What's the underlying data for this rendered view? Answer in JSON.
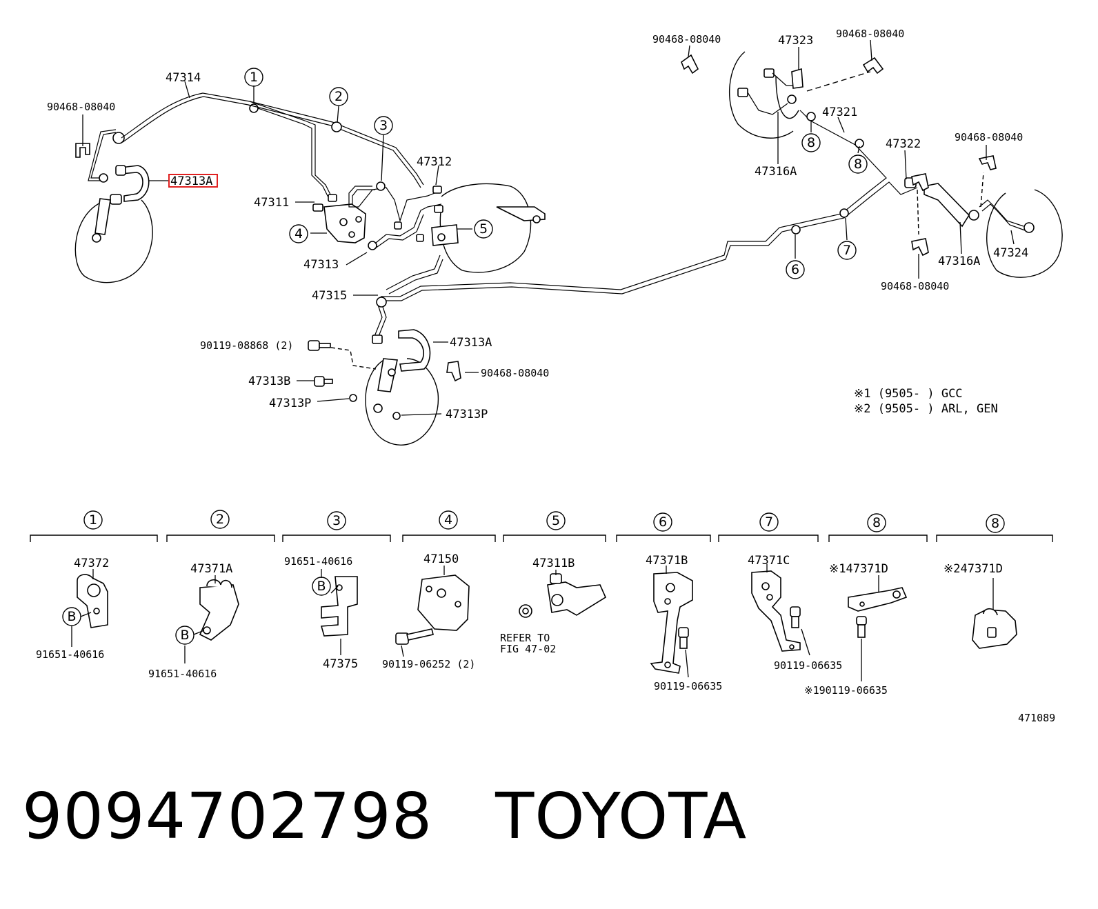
{
  "labels": {
    "hose_left": "47314",
    "clip_tl": "90468-08040",
    "hose_hl": "47313A",
    "tube_47311": "47311",
    "tube_47313": "47313",
    "tube_47315": "47315",
    "tube_47312": "47312",
    "bolt_left": "90119-08868 (2)",
    "hose_bot": "47313A",
    "clip_bot": "90468-08040",
    "b_47313B": "47313B",
    "p_47313P_a": "47313P",
    "p_47313P_b": "47313P",
    "clip_top1": "90468-08040",
    "tube_47323": "47323",
    "clip_top2": "90468-08040",
    "tube_47321": "47321",
    "hose_47316A_a": "47316A",
    "tube_47322": "47322",
    "clip_right": "90468-08040",
    "hose_47316A_b": "47316A",
    "tube_47324": "47324",
    "clip_rbot": "90468-08040",
    "note1": "※1 (9505-      ) GCC",
    "note2": "※2 (9505-      ) ARL, GEN",
    "d1_part": "47372",
    "d1_bolt": "91651-40616",
    "d2_part": "47371A",
    "d2_bolt": "91651-40616",
    "d3_bolt": "91651-40616",
    "d3_part": "47375",
    "d4_part": "47150",
    "d4_bolt": "90119-06252 (2)",
    "d5_part": "47311B",
    "d5_ref1": "REFER TO",
    "d5_ref2": "FIG 47-02",
    "d6_part": "47371B",
    "d6_bolt": "90119-06635",
    "d7_part": "47371C",
    "d7_bolt": "90119-06635",
    "d8a_part": "※147371D",
    "d8a_bolt": "※190119-06635",
    "d8b_part": "※247371D",
    "fig_no": "471089"
  },
  "circled": {
    "c1": "1",
    "c2": "2",
    "c3": "3",
    "c4": "4",
    "c5": "5",
    "c6": "6",
    "c7": "7",
    "c8a": "8",
    "c8b": "8",
    "h1": "1",
    "h2": "2",
    "h3": "3",
    "h4": "4",
    "h5": "5",
    "h6": "6",
    "h7": "7",
    "h8a": "8",
    "h8b": "8",
    "b": "B"
  },
  "caption": {
    "part_number": "9094702798",
    "brand": "TOYOTA"
  },
  "highlight_color": "#e02020"
}
